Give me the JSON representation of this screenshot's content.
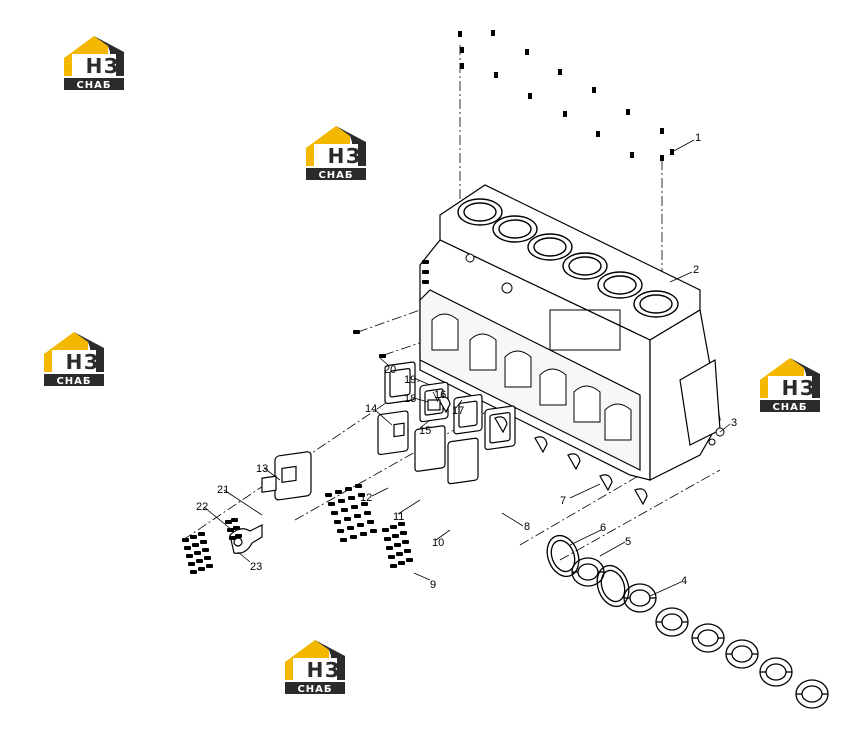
{
  "watermark": {
    "logo_letters": "НЗ",
    "logo_caption": "СНАБ",
    "colors": {
      "yellow": "#F5B800",
      "dark": "#2B2B2B",
      "white": "#FFFFFF"
    }
  },
  "callouts": [
    "1",
    "2",
    "3",
    "4",
    "5",
    "6",
    "7",
    "8",
    "9",
    "10",
    "11",
    "12",
    "13",
    "14",
    "15",
    "16",
    "17",
    "18",
    "19",
    "20",
    "21",
    "22",
    "23"
  ],
  "colors": {
    "line": "#000000",
    "background": "#FFFFFF"
  }
}
